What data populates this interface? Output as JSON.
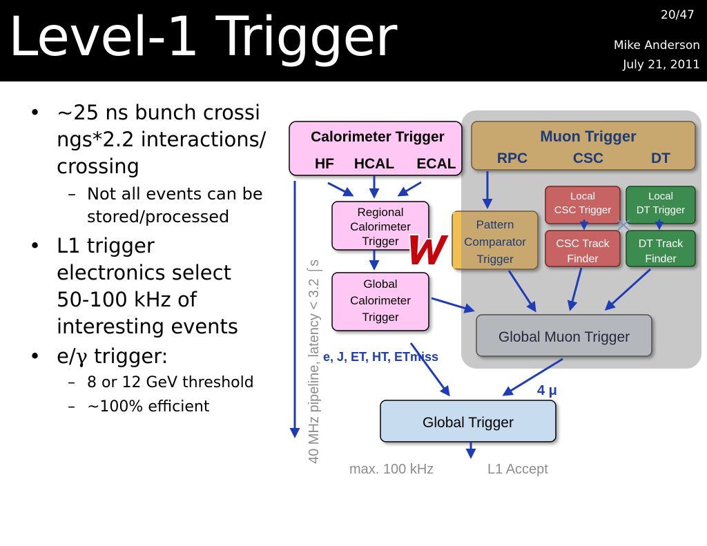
{
  "slide": {
    "title": "Level-1 Trigger",
    "page": "20/47",
    "author": "Mike Anderson",
    "date": "July 21, 2011"
  },
  "bullets": [
    {
      "text": "~25 ns bunch crossings*2.2 interactions/crossing",
      "sub": [
        {
          "text": "Not all events can be stored/processed"
        }
      ]
    },
    {
      "text": "L1 trigger electronics select 50-100 kHz of interesting events",
      "sub": []
    },
    {
      "pre": "e/",
      "greek": "γ",
      "post": " trigger:",
      "sub": [
        {
          "text": "8 or 12 GeV threshold"
        },
        {
          "text": "~100% efficient"
        }
      ]
    }
  ],
  "diagram": {
    "calo_trigger": {
      "title": "Calorimeter Trigger",
      "hf": "HF",
      "hcal": "HCAL",
      "ecal": "ECAL"
    },
    "muon_trigger": {
      "title": "Muon Trigger",
      "rpc": "RPC",
      "csc": "CSC",
      "dt": "DT"
    },
    "regional_calo": [
      "Regional",
      "Calorimeter",
      "Trigger"
    ],
    "global_calo": [
      "Global",
      "Calorimeter",
      "Trigger"
    ],
    "pattern_comparator": [
      "Pattern",
      "Comparator",
      "Trigger"
    ],
    "local_csc": [
      "Local",
      "CSC Trigger"
    ],
    "local_dt": [
      "Local",
      "DT Trigger"
    ],
    "csc_track_finder": [
      "CSC Track",
      "Finder"
    ],
    "dt_track_finder": [
      "DT Track",
      "Finder"
    ],
    "global_muon": "Global Muon Trigger",
    "global_trigger": "Global Trigger",
    "calo_objects": "e, J, ET, HT, ETmiss",
    "muons": "4 μ",
    "pipeline": "40 MHz pipeline,  latency < 3.2 ⌠s",
    "max_rate": "max. 100 kHz",
    "l1_accept": "L1 Accept"
  },
  "colors": {
    "calo_fill": "#ffc8f4",
    "muon_fill": "#c8a86e",
    "muon_panel": "#c8c8c8",
    "csc_fill": "#c86464",
    "dt_fill": "#3c8c50",
    "global_muon_fill": "#b4b8bc",
    "global_trigger_fill": "#c8dcf0",
    "arrow": "#1e3cb4"
  }
}
